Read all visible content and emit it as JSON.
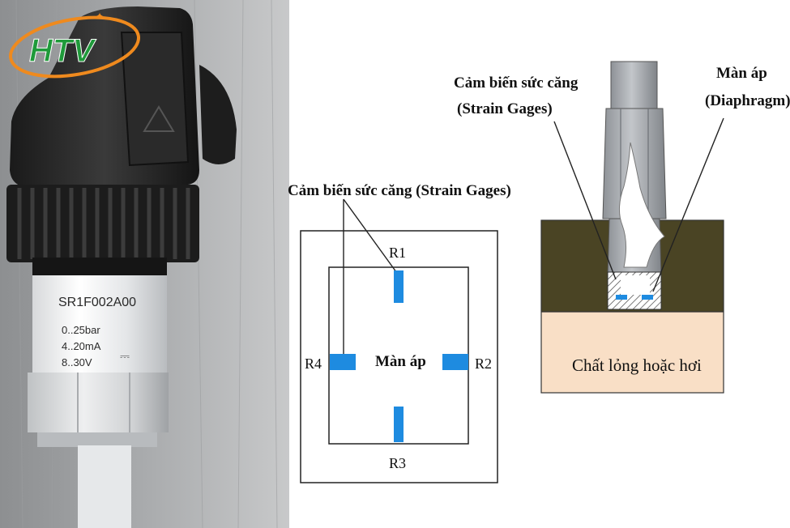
{
  "logo": {
    "text": "HTV"
  },
  "product_label": {
    "model": "SR1F002A00",
    "range": "0..25bar",
    "output": "4..20mA",
    "supply": "8..30V",
    "dc_symbol": "⎓"
  },
  "gauge_diagram": {
    "title": "Cảm biến sức căng (Strain Gages)",
    "r1": "R1",
    "r2": "R2",
    "r3": "R3",
    "r4": "R4",
    "center": "Màn áp"
  },
  "section_diagram": {
    "strain_label_line1": "Cảm biến sức căng",
    "strain_label_line2": "(Strain Gages)",
    "diaphragm_label_line1": "Màn áp",
    "diaphragm_label_line2": "(Diaphragm)",
    "fluid_label": "Chất lỏng hoặc hơi"
  },
  "colors": {
    "gage_blue": "#1e8be0",
    "soil": "#4a4424",
    "fluid": "#f9dfc6",
    "logo_green": "#1f9a3a",
    "logo_orange": "#ef8a1e"
  }
}
